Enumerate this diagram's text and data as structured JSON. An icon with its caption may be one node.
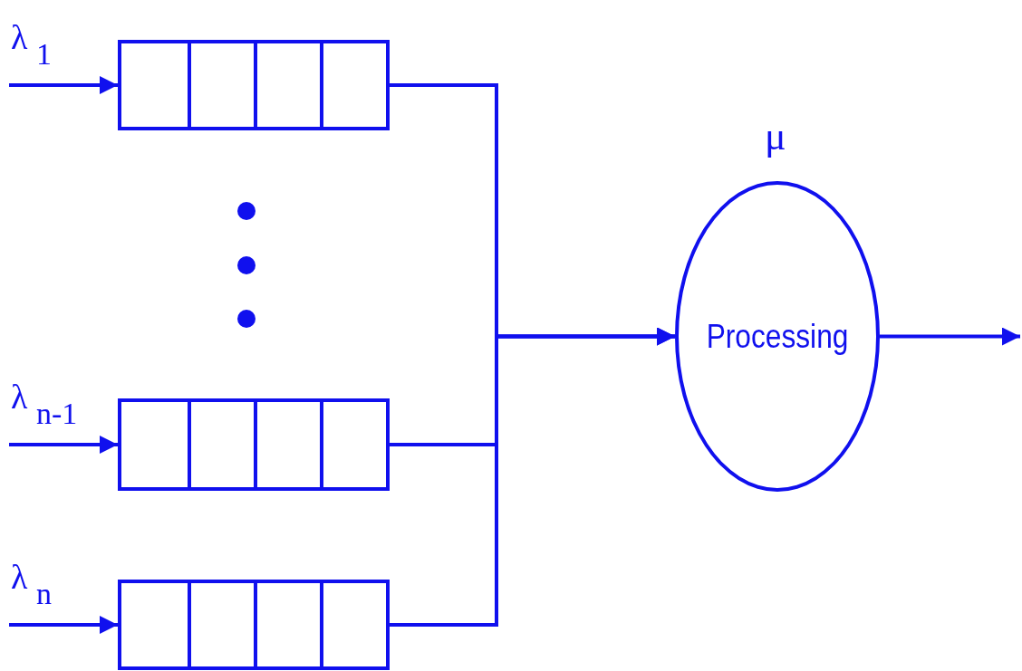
{
  "diagram": {
    "nodes": [
      {
        "text": [],
        "shape": "box"
      },
      {
        "text": [],
        "shape": "box"
      },
      {
        "text": [],
        "shape": "box"
      },
      {
        "text": [
          "Processing"
        ],
        "beside": [
          "μ"
        ]
      }
    ],
    "edges": [
      {
        "from": null,
        "to": 0,
        "arrow": "to",
        "label": "λ $_{1}$"
      },
      {
        "from": null,
        "to": 1,
        "arrow": "to",
        "label": "λ $_{n-1}$"
      },
      {
        "from": null,
        "to": 2,
        "arrow": "to",
        "label": "λ $_{n}$"
      },
      {
        "from": 0,
        "to": 3,
        "arrow": "to"
      },
      {
        "from": 1,
        "to": 3,
        "arrow": "to"
      },
      {
        "from": 2,
        "to": 3,
        "arrow": "to"
      },
      {
        "from": 3,
        "to": null,
        "arrow": "to"
      }
    ]
  }
}
